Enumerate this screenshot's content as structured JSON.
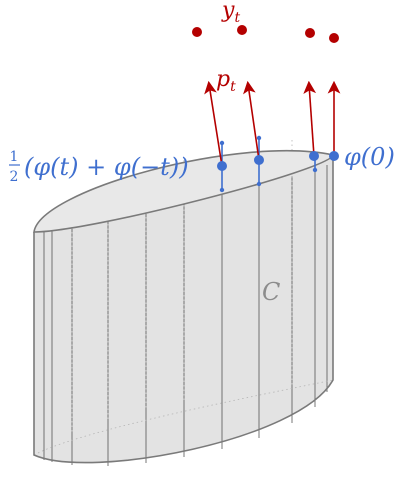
{
  "colors": {
    "red": "#b40000",
    "blue": "#3f6fcf",
    "outline": "#7a7a7a",
    "fill": "#e3e3e3",
    "top_fill": "#e8e8e8",
    "hidden": "#b5b5b5",
    "inner": "#555555",
    "label_gray": "#8c8c8c"
  },
  "labels": {
    "y": "y",
    "y_sub": "t",
    "p": "p",
    "p_sub": "t",
    "half_num": "1",
    "half_den": "2",
    "half_expr": "(φ(t) + φ(−t))",
    "phi0": "φ(0)",
    "C": "C"
  }
}
